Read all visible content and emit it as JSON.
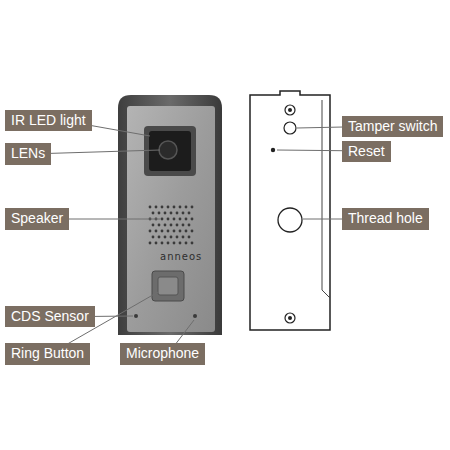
{
  "diagram": {
    "nodes": [
      {
        "text": [
          "IR LED light"
        ]
      },
      {
        "text": [
          "Tamper switch"
        ]
      },
      {
        "text": [
          "LENs"
        ]
      },
      {
        "text": [
          "Reset"
        ]
      },
      {
        "text": [
          "Speaker"
        ]
      },
      {
        "text": [
          "Thread hole"
        ]
      },
      {
        "text": [
          "CDS Sensor"
        ]
      },
      {
        "text": [
          "Ring Button"
        ]
      },
      {
        "text": [
          "Microphone"
        ]
      }
    ],
    "labels": [
      "anneos"
    ]
  }
}
